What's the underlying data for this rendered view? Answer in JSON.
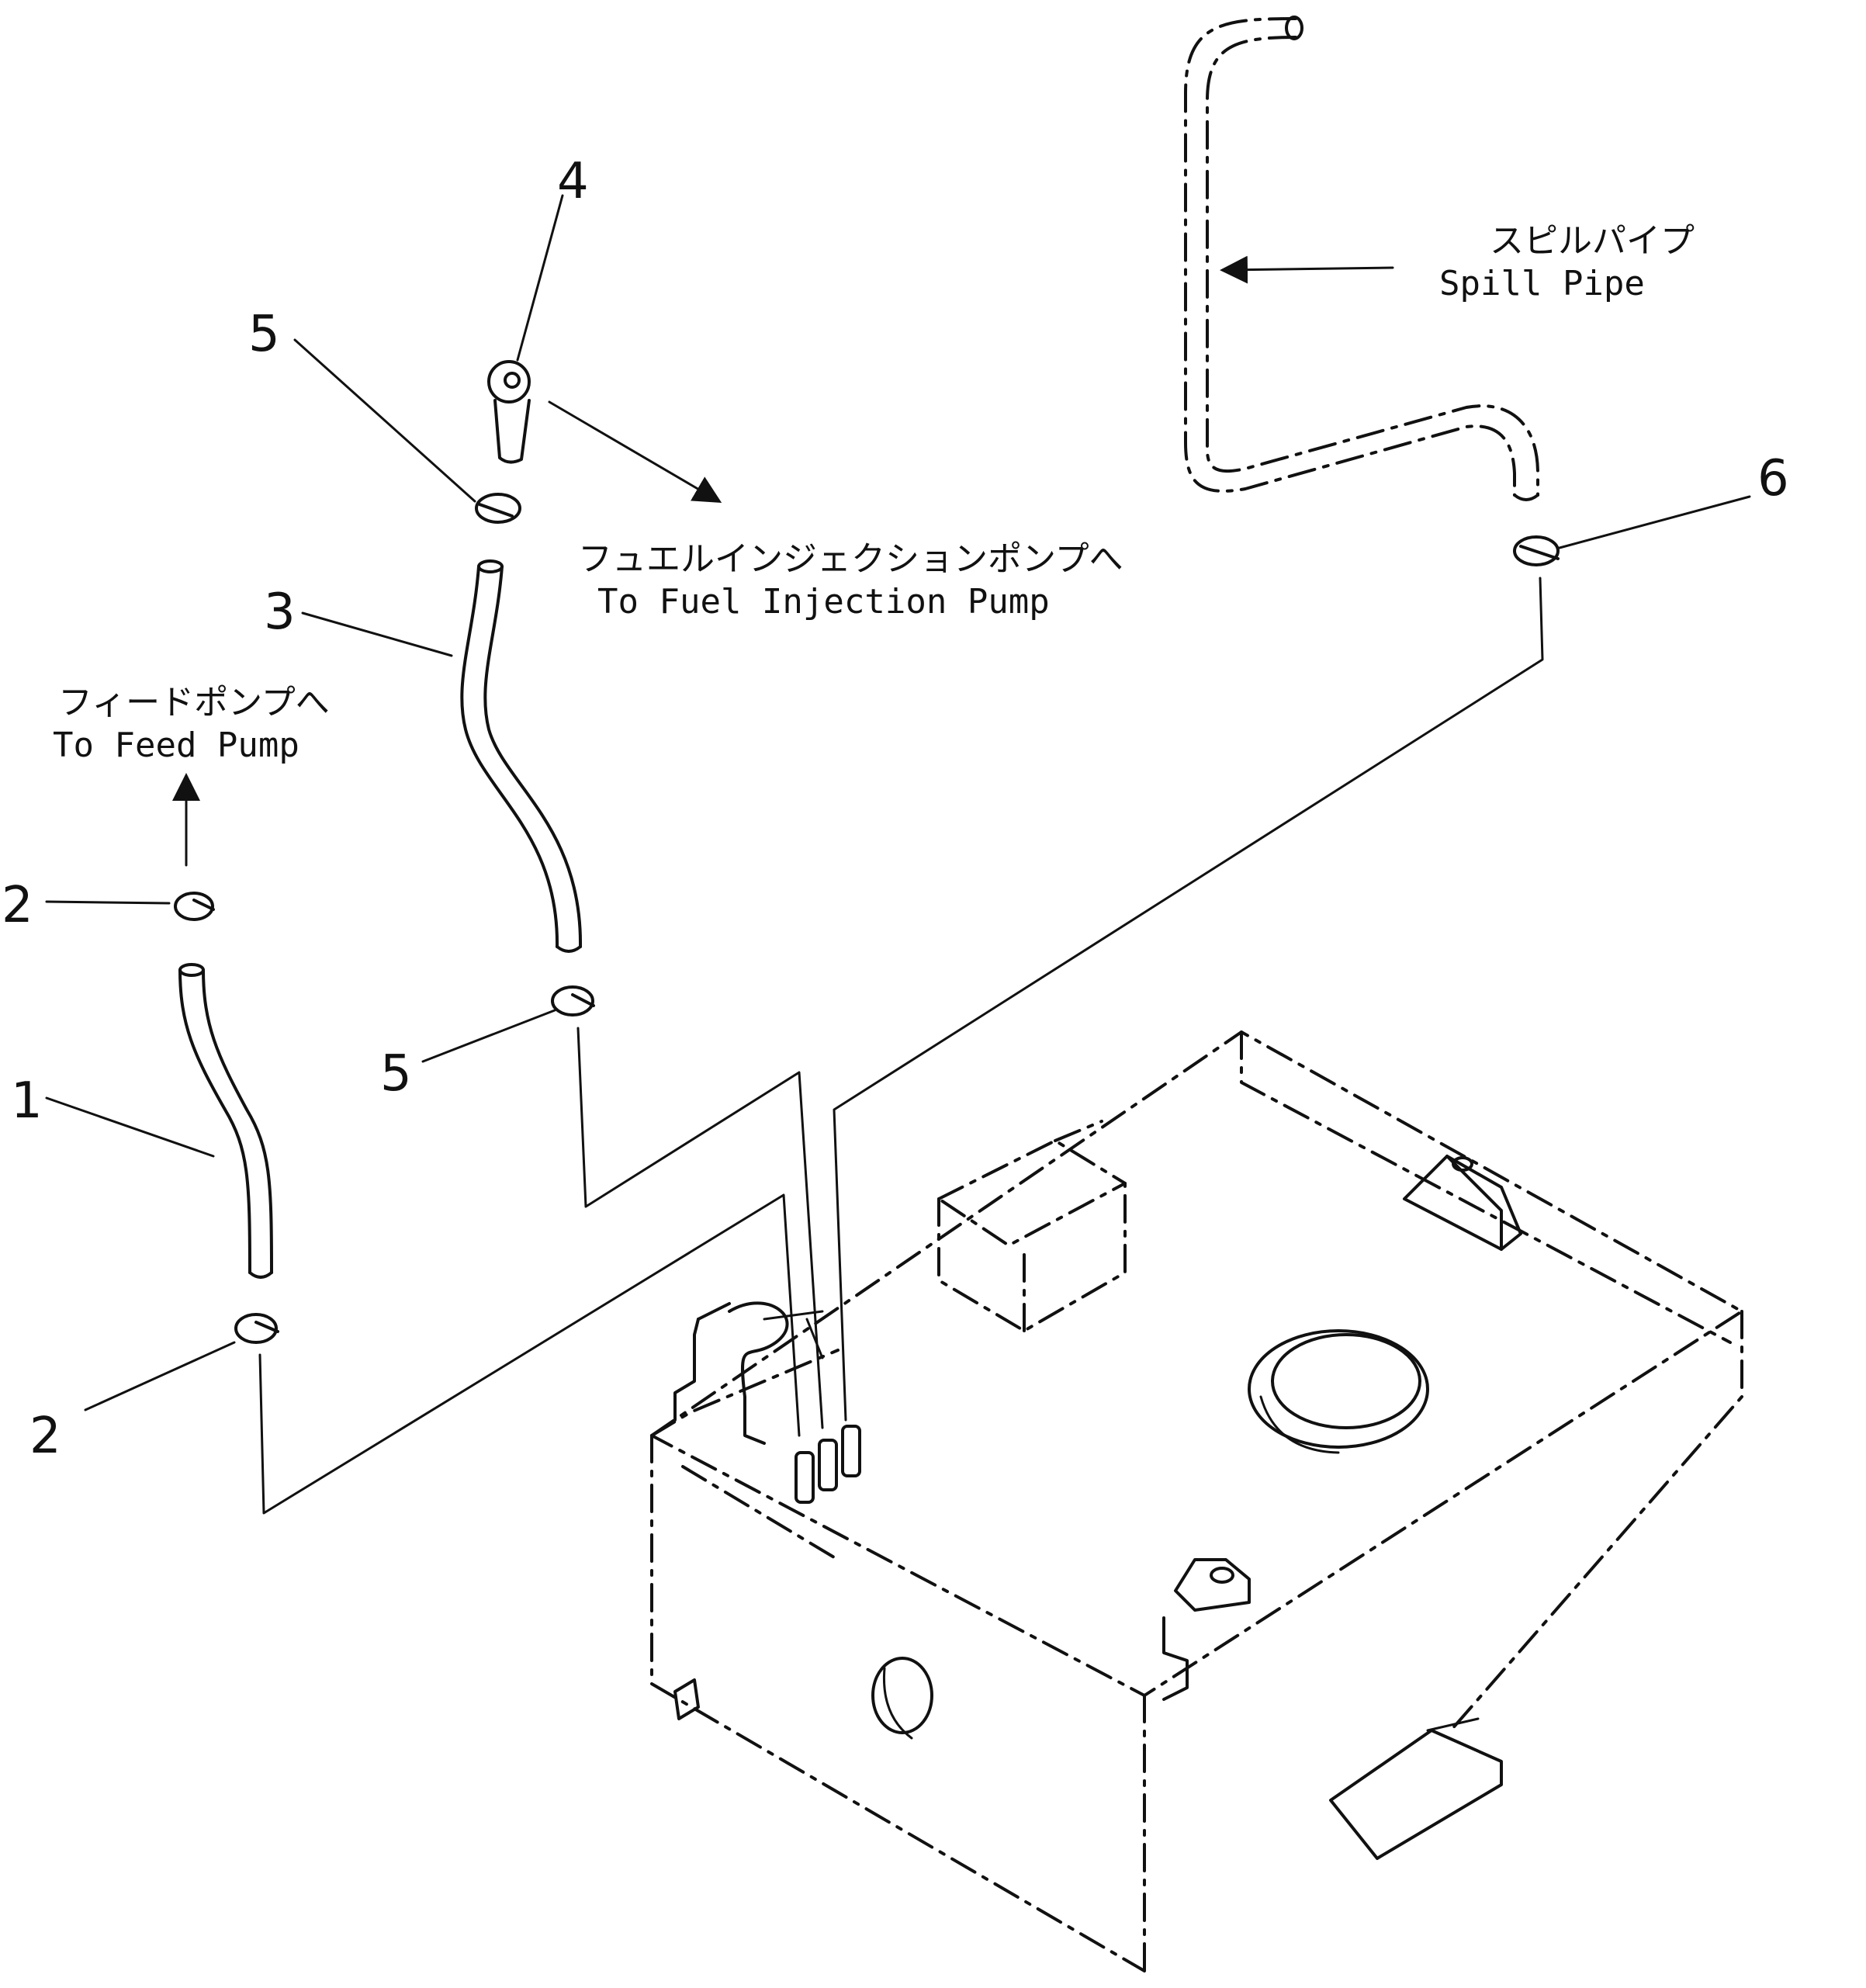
{
  "colors": {
    "ink": "#111111",
    "paper": "#ffffff"
  },
  "callouts": {
    "c1": "1",
    "c2a": "2",
    "c2b": "2",
    "c3": "3",
    "c4": "4",
    "c5a": "5",
    "c5b": "5",
    "c6": "6"
  },
  "labels": {
    "feed_pump_jp": "フィードポンプへ",
    "feed_pump_en": "To Feed Pump",
    "injection_pump_jp": "フュエルインジェクションポンプへ",
    "injection_pump_en": "To Fuel Injection Pump",
    "spill_pipe_jp": "スピルパイプ",
    "spill_pipe_en": "Spill Pipe"
  }
}
